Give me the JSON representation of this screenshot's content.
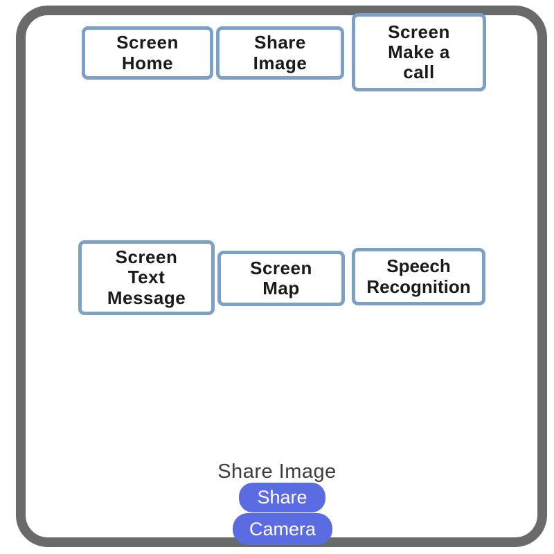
{
  "frame": {
    "border_color": "#6a6a6a",
    "background_color": "#ffffff"
  },
  "nav_boxes": [
    {
      "id": "screen-home",
      "label": "Screen\nHome"
    },
    {
      "id": "share-image",
      "label": "Share\nImage"
    },
    {
      "id": "screen-make-a-call",
      "label": "Screen\nMake a\ncall"
    },
    {
      "id": "screen-text-message",
      "label": "Screen\nText\nMessage"
    },
    {
      "id": "screen-map",
      "label": "Screen\nMap"
    },
    {
      "id": "speech-recognition",
      "label": "Speech\nRecognition"
    }
  ],
  "nav_box_style": {
    "border_color": "#7da0c6",
    "text_color": "#1a1a1a"
  },
  "bottom": {
    "section_label": "Share Image",
    "buttons": [
      {
        "id": "share",
        "label": "Share"
      },
      {
        "id": "camera",
        "label": "Camera"
      }
    ],
    "button_color": "#5b6be2",
    "button_text_color": "#ffffff",
    "label_color": "#3d3d3d"
  }
}
